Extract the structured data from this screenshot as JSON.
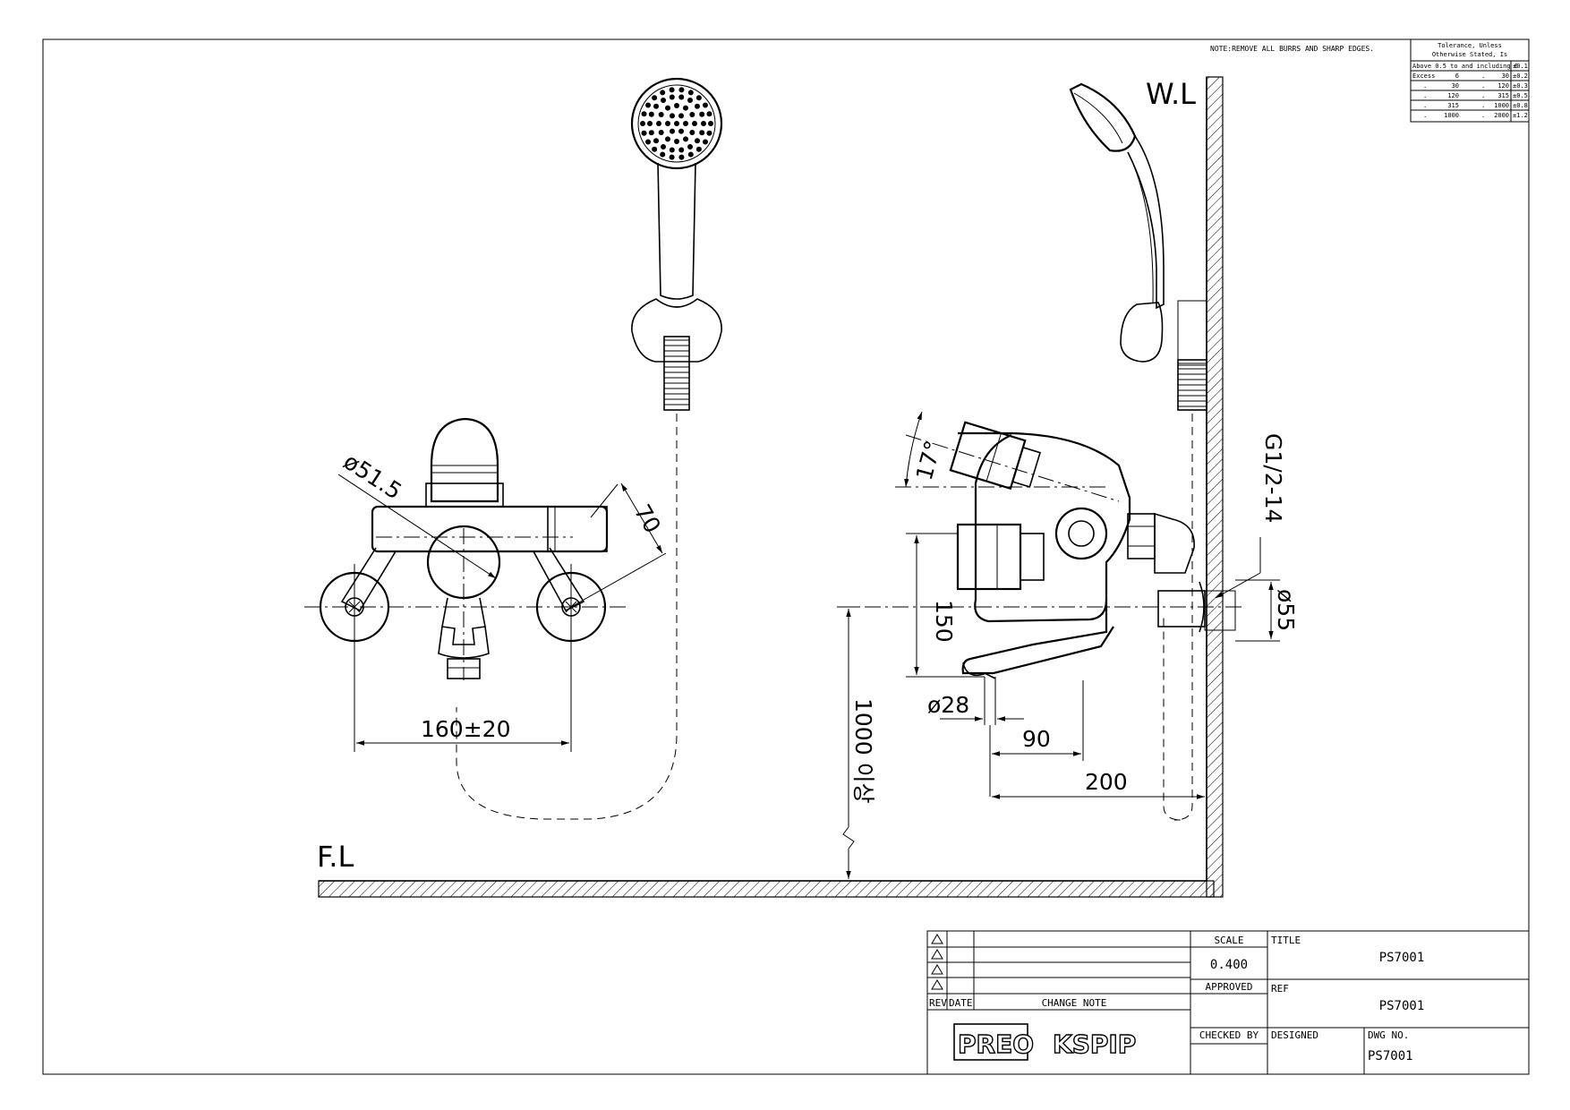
{
  "note": "NOTE:REMOVE ALL BURRS AND SHARP EDGES.",
  "tolerance": {
    "header_line1": "Tolerance, Unless",
    "header_line2": "Otherwise Stated, Is",
    "rows": [
      {
        "from_label": "Above 0.5 to and including 6",
        "to": "",
        "tol": "±0.1"
      },
      {
        "from_label": "Excess",
        "a": "6",
        "to": "30",
        "tol": "±0.2"
      },
      {
        "from_label": "",
        "a": "30",
        "to": "120",
        "tol": "±0.3"
      },
      {
        "from_label": "",
        "a": "120",
        "to": "315",
        "tol": "±0.5"
      },
      {
        "from_label": "",
        "a": "315",
        "to": "1000",
        "tol": "±0.8"
      },
      {
        "from_label": "",
        "a": "1000",
        "to": "2000",
        "tol": "±1.2"
      }
    ]
  },
  "labels": {
    "wall_level": "W.L",
    "floor_level": "F.L"
  },
  "dimensions": {
    "dia_body": "ø51.5",
    "offset_70": "70",
    "centers": "160±20",
    "angle": "17°",
    "height_150": "150",
    "dia_spout": "ø28",
    "reach_90": "90",
    "reach_200": "200",
    "thread": "G1/2-14",
    "dia_flange": "ø55",
    "install_height": "1000 이상"
  },
  "title_block": {
    "rev": "REV",
    "date": "DATE",
    "change_note": "CHANGE NOTE",
    "scale_label": "SCALE",
    "scale_value": "0.400",
    "approved_label": "APPROVED",
    "checked_label": "CHECKED BY",
    "designed_label": "DESIGNED",
    "title_label": "TITLE",
    "title_value": "PS7001",
    "ref_label": "REF",
    "ref_value": "PS7001",
    "dwg_label": "DWG NO.",
    "dwg_value": "PS7001",
    "logo1": "PREO",
    "logo2": "KSPIP"
  }
}
